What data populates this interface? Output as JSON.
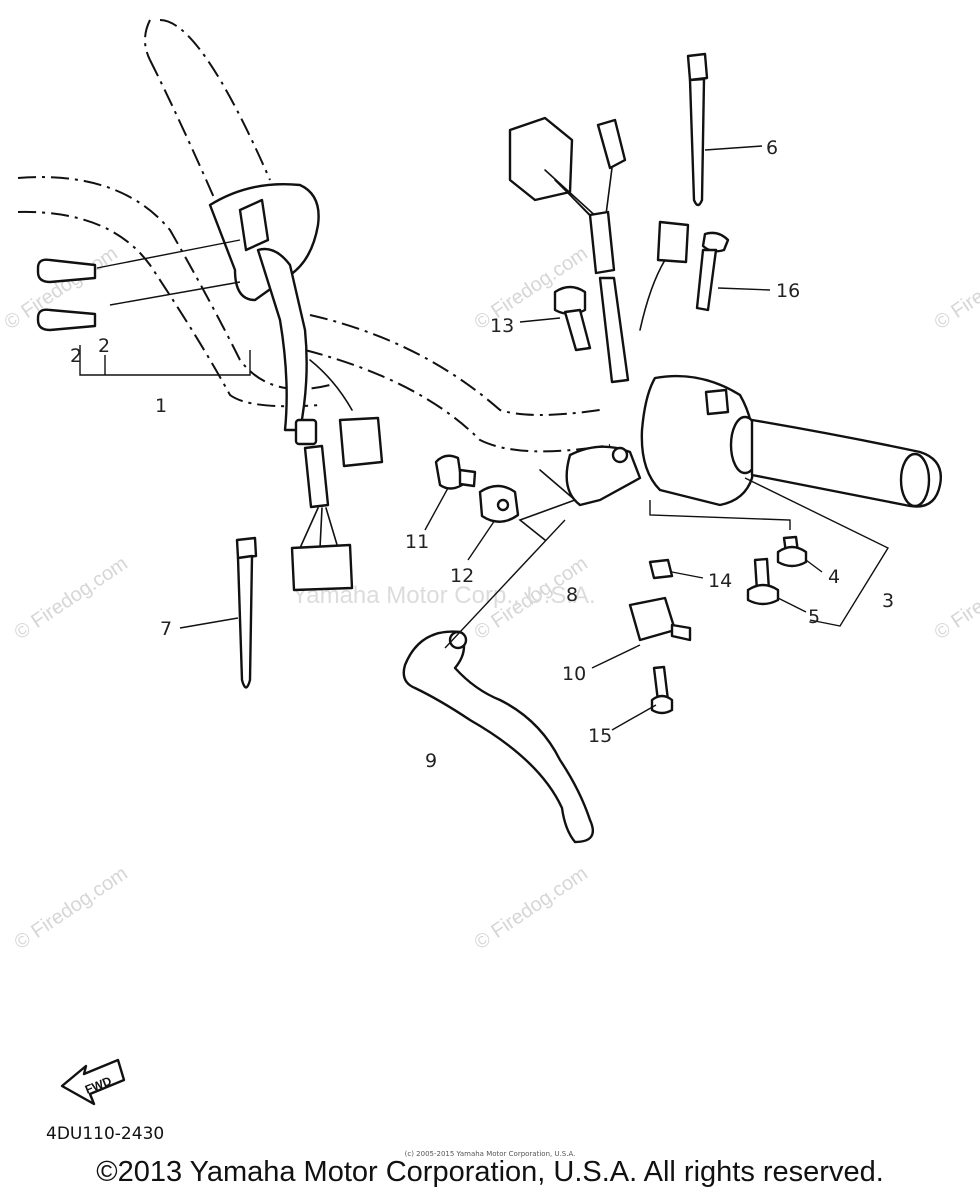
{
  "diagram": {
    "part_code": "4DU110-2430",
    "fwd_arrow_label": "FWD",
    "center_watermark": "Yamaha Motor Corp., U.S.A.",
    "watermark_text": "© Firedog.com",
    "small_notice": "(c) 2005-2015 Yamaha Motor Corporation, U.S.A.",
    "copyright": "©2013 Yamaha Motor Corporation, U.S.A. All rights reserved.",
    "callouts": [
      "1",
      "2",
      "2",
      "3",
      "4",
      "5",
      "6",
      "7",
      "8",
      "9",
      "10",
      "11",
      "12",
      "13",
      "14",
      "15",
      "16"
    ]
  }
}
